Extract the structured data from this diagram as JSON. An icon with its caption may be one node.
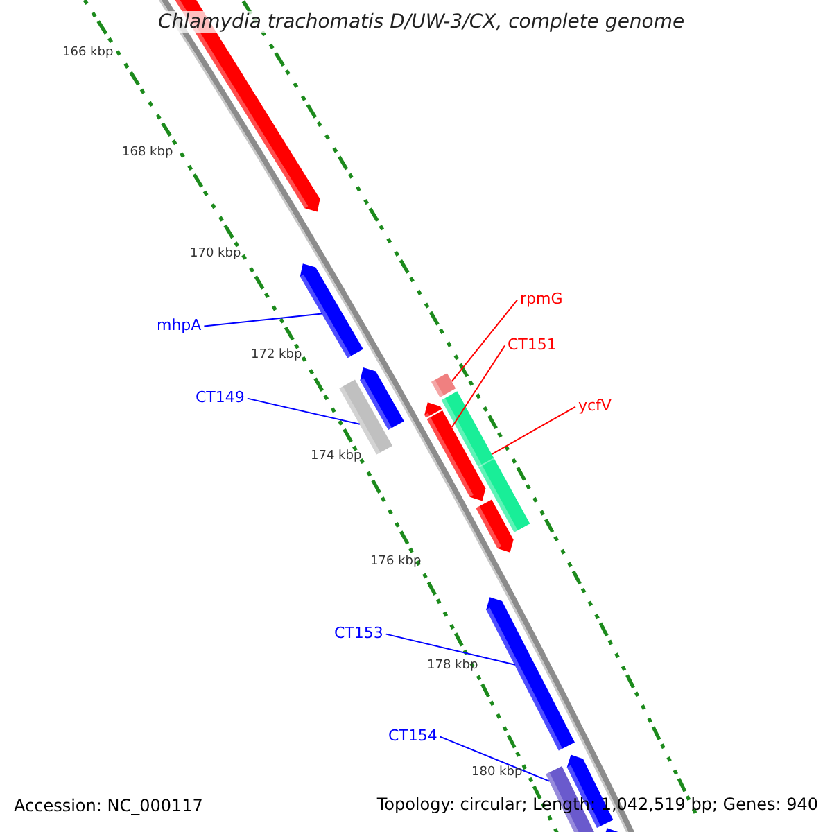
{
  "diagram": {
    "title": "Chlamydia trachomatis D/UW-3/CX, complete genome",
    "nodes": [
      {
        "text": [
          "mhpA"
        ]
      },
      {
        "text": [],
        "shape": "bar"
      },
      {
        "text": [
          "CT149"
        ]
      },
      {
        "text": [],
        "shape": "bar"
      },
      {
        "text": [
          "rpmG"
        ]
      },
      {
        "text": [],
        "shape": "bar"
      },
      {
        "text": [
          "CT151"
        ]
      },
      {
        "text": [],
        "shape": "bar"
      },
      {
        "text": [
          "ycfV"
        ]
      },
      {
        "text": [],
        "shape": "bar"
      },
      {
        "text": [
          "CT153"
        ]
      },
      {
        "text": [],
        "shape": "bar"
      },
      {
        "text": [
          "CT154"
        ]
      },
      {
        "text": [],
        "shape": "bar"
      }
    ],
    "edges": [
      {
        "from": 0,
        "to": 1,
        "arrow": "none"
      },
      {
        "from": 2,
        "to": 3,
        "arrow": "none"
      },
      {
        "from": 4,
        "to": 5,
        "arrow": "none",
        "color": "#ff0000"
      },
      {
        "from": 6,
        "to": 7,
        "arrow": "none",
        "color": "#ff0000"
      },
      {
        "from": 8,
        "to": 9,
        "arrow": "none",
        "color": "#ff0000"
      },
      {
        "from": 10,
        "to": 11,
        "arrow": "none"
      },
      {
        "from": 12,
        "to": 13,
        "arrow": "none"
      }
    ],
    "labels": [
      "166 kbp",
      "168 kbp",
      "170 kbp",
      "172 kbp",
      "174 kbp",
      "176 kbp",
      "178 kbp",
      "180 kbp",
      "Accession: NC_000117",
      "Topology: circular; Length: 1,042,519 bp; Genes: 940"
    ]
  }
}
